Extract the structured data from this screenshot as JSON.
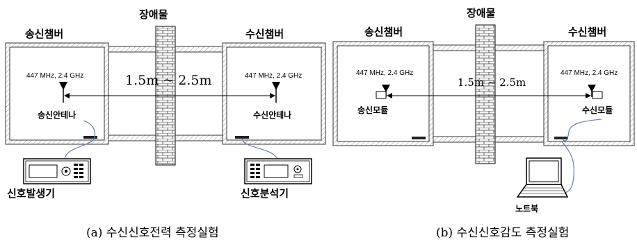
{
  "panel_a": {
    "obstacle": "장애물",
    "tx_chamber": "송신챔버",
    "rx_chamber": "수신챔버",
    "tx_freq": "447 MHz, 2.4 GHz",
    "rx_freq": "447 MHz, 2.4 GHz",
    "distance": "1.5m ~ 2.5m",
    "tx_antenna": "송신안테나",
    "rx_antenna": "수신안테나",
    "tx_device": "신호발생기",
    "rx_device": "신호분석기",
    "caption": "(a) 수신신호전력 측정실험"
  },
  "panel_b": {
    "obstacle": "장애물",
    "tx_chamber": "송신챔버",
    "rx_chamber": "수신챔버",
    "tx_freq": "447 MHz, 2.4 GHz",
    "rx_freq": "447 MHz, 2.4 GHz",
    "distance": "1.5m ~ 2.5m",
    "tx_module": "송신모듈",
    "rx_module": "수신모듈",
    "laptop": "노트북",
    "caption": "(b) 수신신호감도 측정실험"
  }
}
